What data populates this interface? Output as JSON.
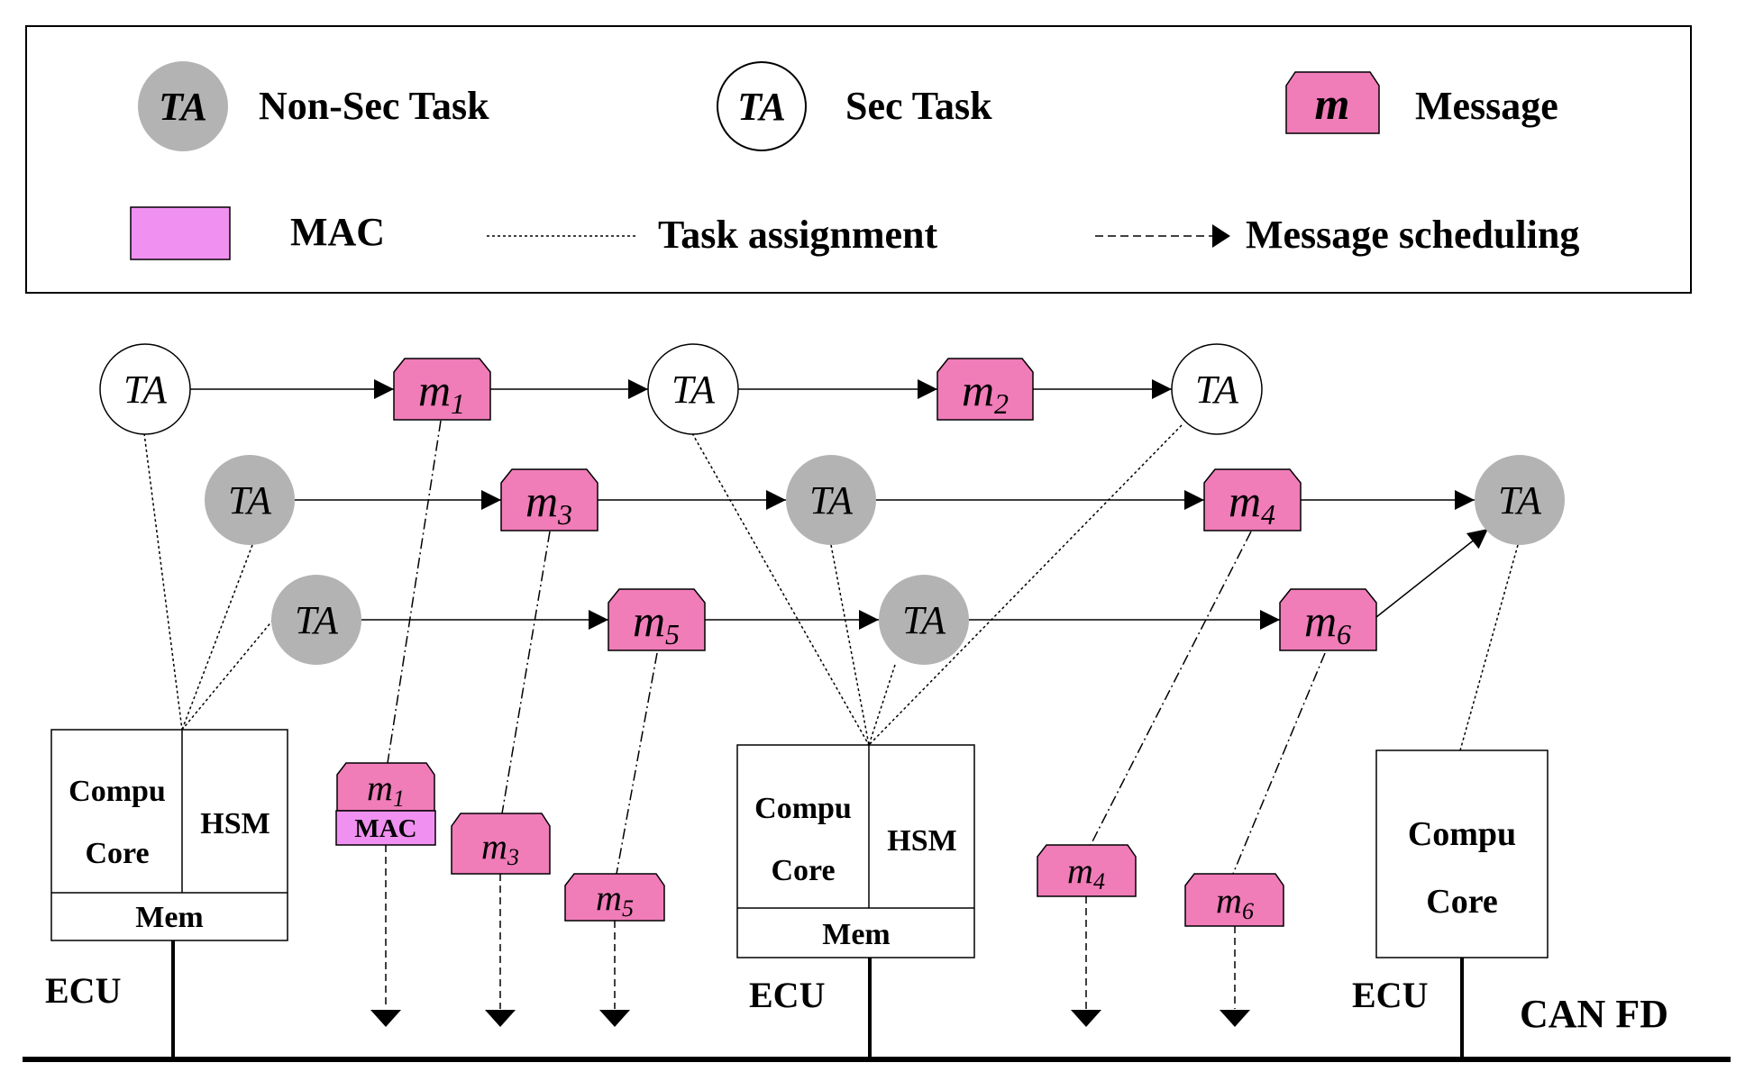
{
  "legend": {
    "task_symbol": "TA",
    "non_sec_task": "Non-Sec Task",
    "sec_task": "Sec Task",
    "message_symbol": "m",
    "message": "Message",
    "mac": "MAC",
    "task_assignment": "Task assignment",
    "message_scheduling": "Message scheduling"
  },
  "colors": {
    "non_sec_task_fill": "#b3b3b3",
    "sec_task_fill": "#ffffff",
    "message_fill": "#f07cb8",
    "mac_fill": "#f090f0",
    "line": "#000000"
  },
  "tasks": {
    "label": "TA"
  },
  "messages": {
    "m1": {
      "base": "m",
      "sub": "1"
    },
    "m2": {
      "base": "m",
      "sub": "2"
    },
    "m3": {
      "base": "m",
      "sub": "3"
    },
    "m4": {
      "base": "m",
      "sub": "4"
    },
    "m5": {
      "base": "m",
      "sub": "5"
    },
    "m6": {
      "base": "m",
      "sub": "6"
    }
  },
  "frame_mac_label": "MAC",
  "ecus": [
    {
      "label": "ECU",
      "core_line1": "Compu",
      "core_line2": "Core",
      "hsm": "HSM",
      "mem": "Mem"
    },
    {
      "label": "ECU",
      "core_line1": "Compu",
      "core_line2": "Core",
      "hsm": "HSM",
      "mem": "Mem"
    },
    {
      "label": "ECU",
      "core_line1": "Compu",
      "core_line2": "Core"
    }
  ],
  "bus_label": "CAN FD"
}
